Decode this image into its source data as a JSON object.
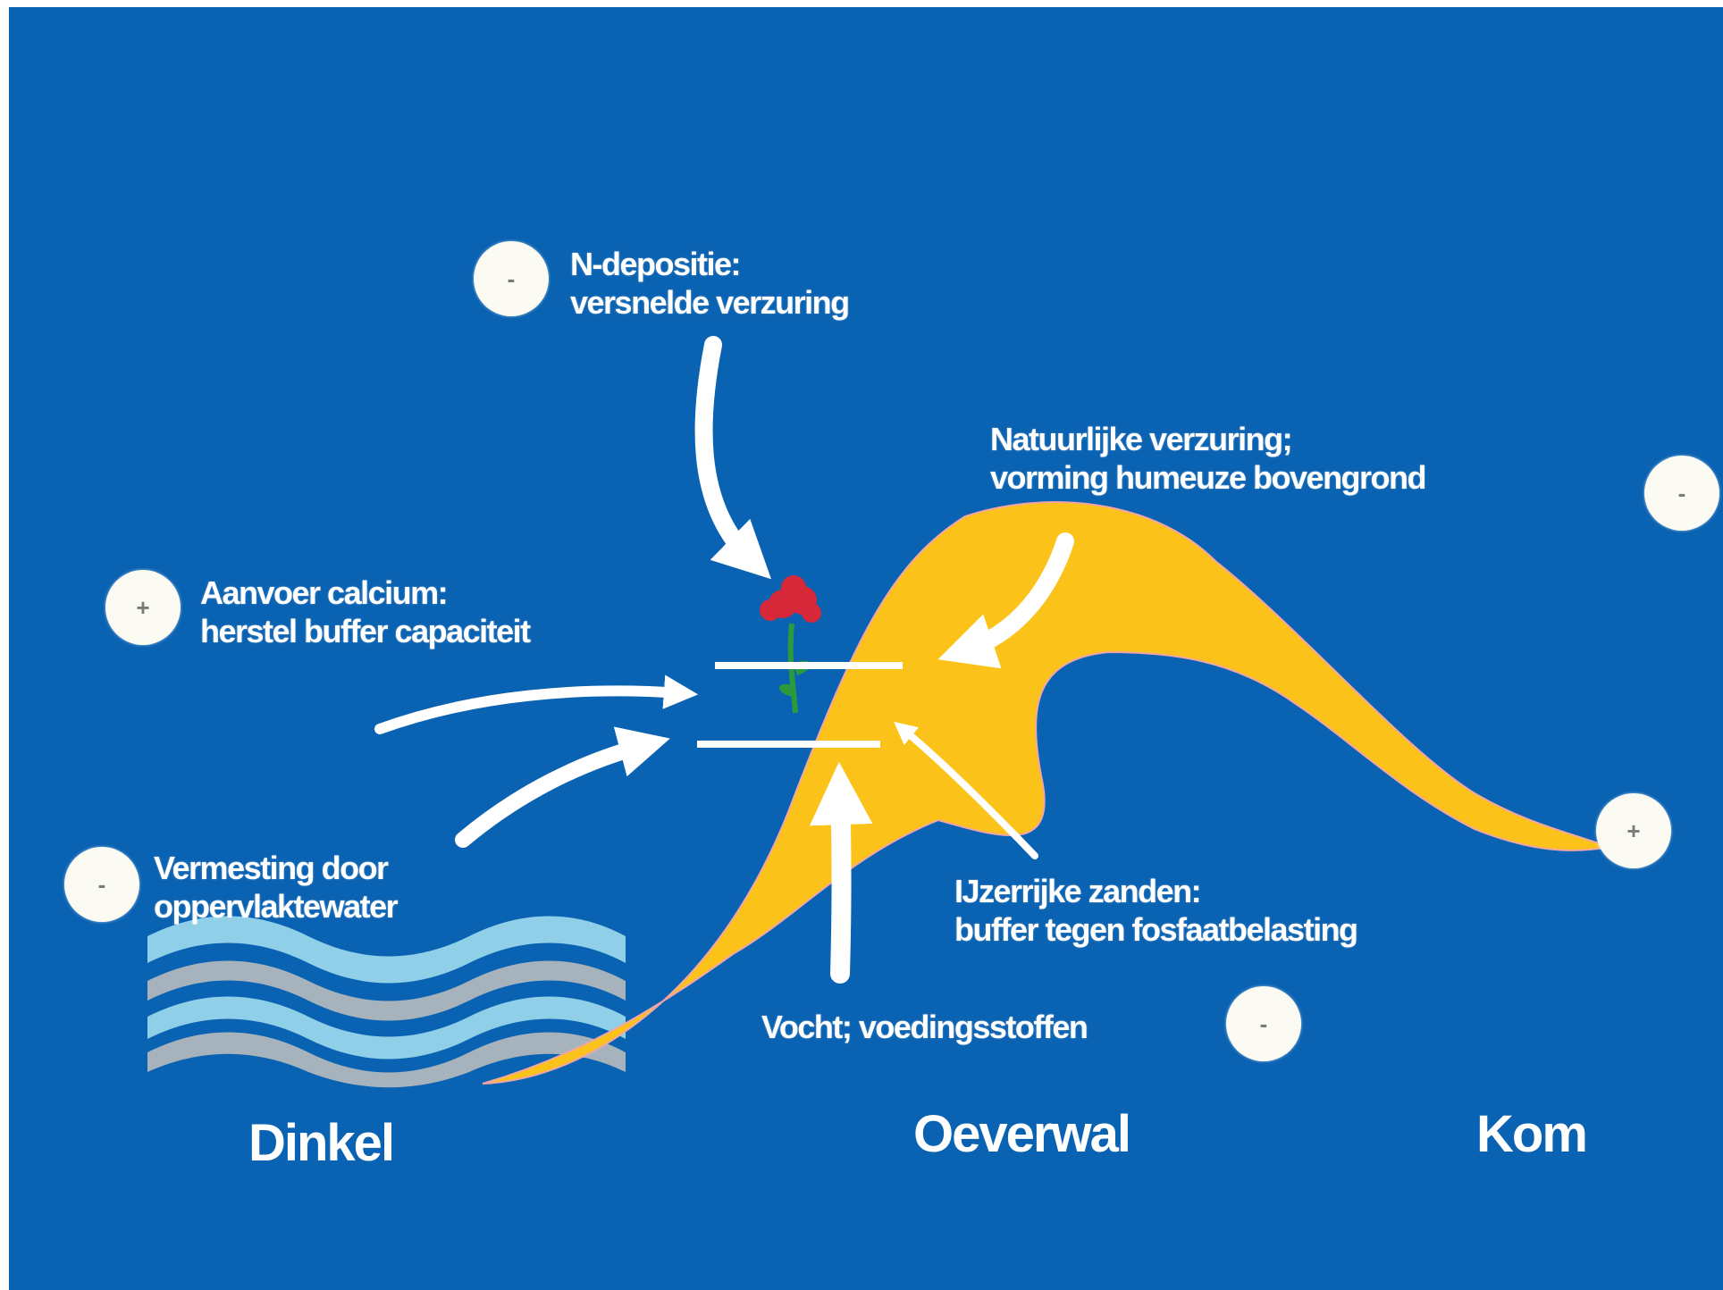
{
  "background_color": "#0a62b2",
  "dune_color": "#fbc31a",
  "labels": {
    "n_depositie": {
      "line1": "N-depositie:",
      "line2": "versnelde verzuring"
    },
    "natuurlijke": {
      "line1": "Natuurlijke verzuring;",
      "line2": "vorming humeuze bovengrond"
    },
    "aanvoer": {
      "line1": "Aanvoer calcium:",
      "line2": "herstel buffer capaciteit"
    },
    "vermesting": {
      "line1": "Vermesting door",
      "line2": "oppervlaktewater"
    },
    "ijzerrijke": {
      "line1": "IJzerrijke zanden:",
      "line2": "buffer tegen fosfaatbelasting"
    },
    "vocht": {
      "line1": "Vocht; voedingsstoffen"
    }
  },
  "places": {
    "dinkel": "Dinkel",
    "oeverwal": "Oeverwal",
    "kom": "Kom"
  },
  "badges": {
    "n_depositie": "-",
    "natuurlijke": "-",
    "aanvoer": "+",
    "vermesting": "-",
    "ijzerrijke": "-",
    "kom": "+"
  }
}
